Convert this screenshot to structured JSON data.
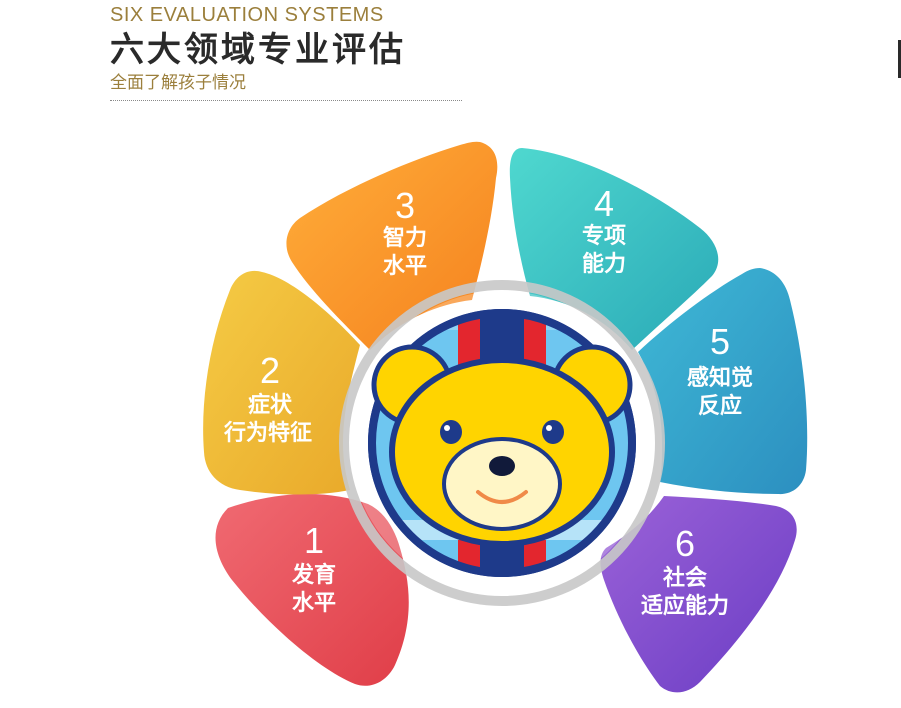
{
  "header": {
    "en_title": "SIX EVALUATION SYSTEMS",
    "zh_title": "六大领域专业评估",
    "zh_subtitle": "全面了解孩子情况"
  },
  "petals": [
    {
      "number": "1",
      "line1": "发育",
      "line2": "水平",
      "color_start": "#f06a72",
      "color_end": "#e03e48"
    },
    {
      "number": "2",
      "line1": "症状",
      "line2": "行为特征",
      "color_start": "#f5cb45",
      "color_end": "#e9a92a"
    },
    {
      "number": "3",
      "line1": "智力",
      "line2": "水平",
      "color_start": "#ffae3a",
      "color_end": "#f5811e"
    },
    {
      "number": "4",
      "line1": "专项",
      "line2": "能力",
      "color_start": "#4fd8cf",
      "color_end": "#2aa9b7"
    },
    {
      "number": "5",
      "line1": "感知觉",
      "line2": "反应",
      "color_start": "#3fb9d6",
      "color_end": "#2c8fc0"
    },
    {
      "number": "6",
      "line1": "社会",
      "line2": "适应能力",
      "color_start": "#9b62d8",
      "color_end": "#6a3cc4"
    }
  ],
  "colors": {
    "bear_yellow": "#ffd400",
    "bear_navy": "#1e3a8a",
    "stripe_red": "#e3262e",
    "stripe_blue": "#6ec6f0"
  },
  "icons": {
    "center": "bear-mascot-icon"
  }
}
